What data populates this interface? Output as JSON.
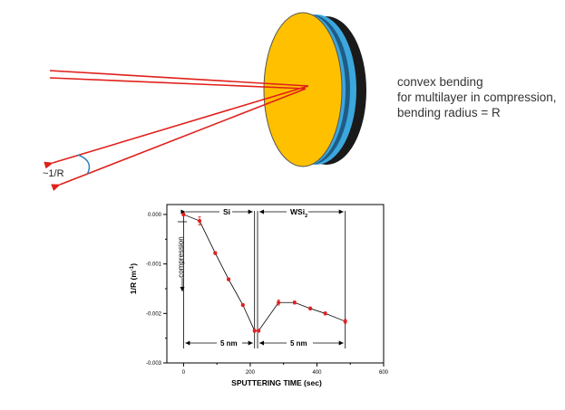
{
  "colors": {
    "beam": "#e0201b",
    "disc_face": "#ffc000",
    "disc_layer": "#3ba7dd",
    "disc_edge": "#1a1a1a",
    "marker": "#e02020",
    "arc": "#2f7fc0"
  },
  "beam_label": "~1/R",
  "description": {
    "line1": "convex bending",
    "line2": "for multilayer in compression,",
    "line3": "bending radius = R"
  },
  "chart_data": {
    "type": "scatter",
    "xlabel": "SPUTTERING TIME (sec)",
    "ylabel": "1/R (m",
    "ylabel_sup": "-1",
    "ylabel_close": ")",
    "xlim": [
      -50,
      600
    ],
    "ylim": [
      -0.003,
      0.0002
    ],
    "xticks": [
      0,
      200,
      400,
      600
    ],
    "yticks": [
      0.0,
      -0.001,
      -0.002,
      -0.003
    ],
    "ytick_labels": [
      "0.000",
      "-0.001",
      "-0.002",
      "-0.003"
    ],
    "grid": false,
    "series": [
      {
        "x": [
          0,
          48,
          95,
          135,
          178,
          213,
          225,
          285,
          333,
          380,
          425,
          485
        ],
        "y": [
          0.0,
          -0.00013,
          -0.00078,
          -0.00131,
          -0.00183,
          -0.00235,
          -0.00235,
          -0.00178,
          -0.00178,
          -0.0019,
          -0.002,
          -0.00216
        ],
        "err": [
          3e-05,
          8e-05,
          3e-05,
          3e-05,
          3e-05,
          3e-05,
          3e-05,
          5e-05,
          3e-05,
          3e-05,
          3e-05,
          4e-05
        ]
      }
    ],
    "annotations": {
      "region1": "Si",
      "region2": "WSi",
      "region2_sub": "2",
      "thickness1": "5 nm",
      "thickness2": "5 nm",
      "compression": "compression"
    }
  }
}
